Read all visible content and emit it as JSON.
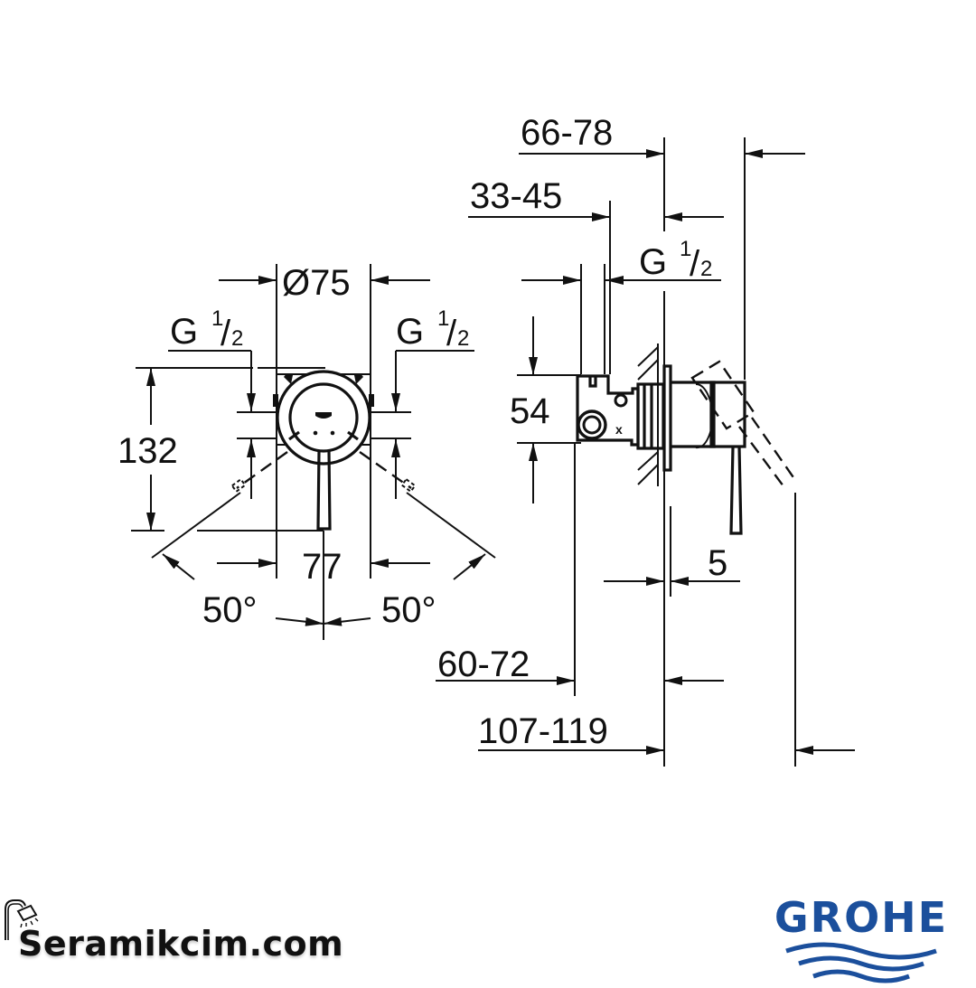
{
  "front_view": {
    "diameter_label": "Ø75",
    "height_label": "132",
    "width_label": "77",
    "thread_left": {
      "main": "G",
      "sup": "1",
      "slash": "/",
      "sub": "2"
    },
    "thread_right": {
      "main": "G",
      "sup": "1",
      "slash": "/",
      "sub": "2"
    },
    "angle_left": "50°",
    "angle_right": "50°"
  },
  "side_view": {
    "dim_66_78": "66-78",
    "dim_33_45": "33-45",
    "thread": {
      "main": "G",
      "sup": "1",
      "slash": "/",
      "sub": "2"
    },
    "height_54": "54",
    "dim_5": "5",
    "dim_60_72": "60-72",
    "dim_107_119": "107-119"
  },
  "watermark": {
    "text": "Seramikcim.com",
    "icon": "shower-head-icon"
  },
  "brand": {
    "name": "GROHE",
    "color": "#1b4f9c"
  }
}
